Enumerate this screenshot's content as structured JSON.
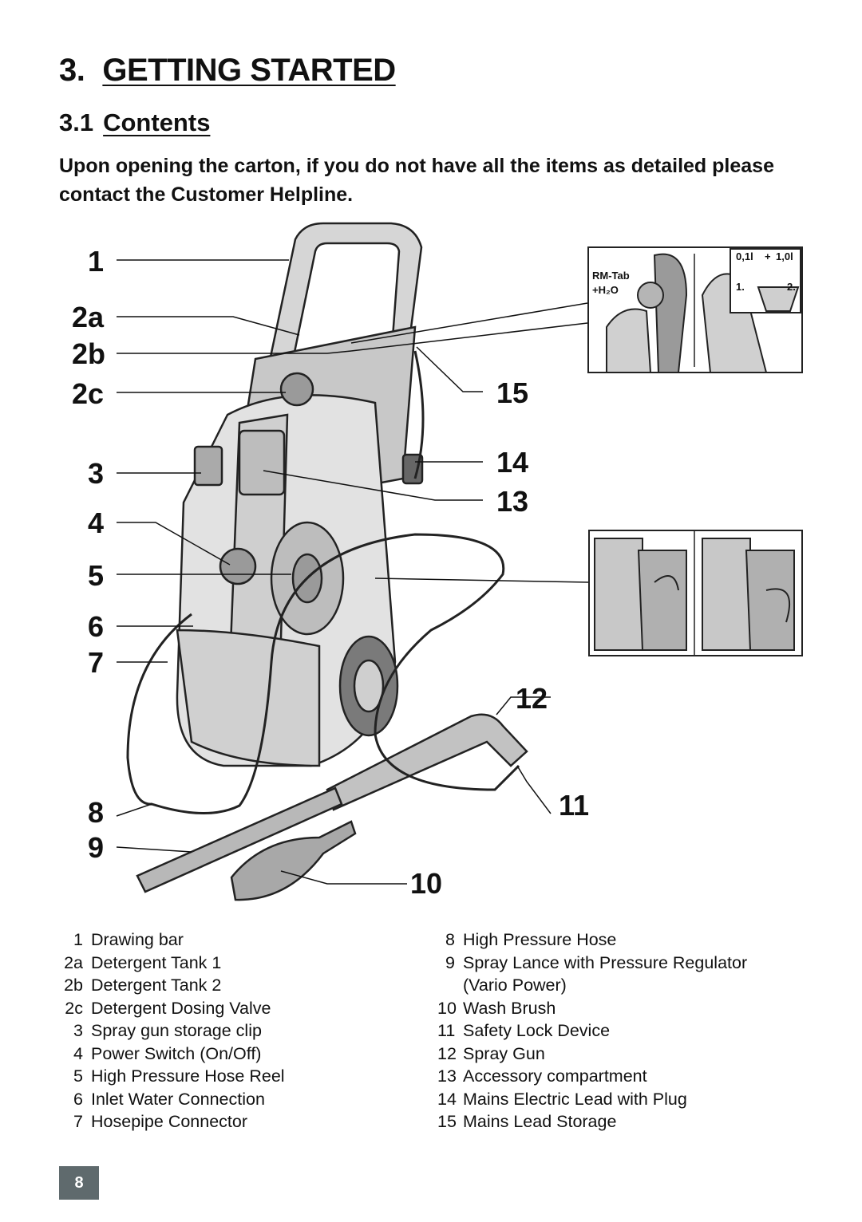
{
  "heading": {
    "number": "3.",
    "title": "GETTING STARTED"
  },
  "subheading": {
    "number": "3.1",
    "title": "Contents"
  },
  "intro": "Upon opening the carton, if you do not have all the items as detailed please contact the Customer Helpline.",
  "callouts": [
    "1",
    "2a",
    "2b",
    "2c",
    "3",
    "4",
    "5",
    "6",
    "7",
    "8",
    "9",
    "10",
    "11",
    "12",
    "13",
    "14",
    "15"
  ],
  "inset_labels": {
    "rm_tab": "RM-Tab",
    "h2o": "+H₂O",
    "dose_small": "0,1l",
    "plus": "+",
    "dose_large": "1,0l",
    "step1": "1.",
    "step2": "2."
  },
  "legend_left": [
    {
      "key": "1",
      "label": "Drawing bar"
    },
    {
      "key": "2a",
      "label": "Detergent Tank 1"
    },
    {
      "key": "2b",
      "label": "Detergent Tank 2"
    },
    {
      "key": "2c",
      "label": "Detergent Dosing Valve"
    },
    {
      "key": "3",
      "label": "Spray gun storage clip"
    },
    {
      "key": "4",
      "label": "Power Switch (On/Off)"
    },
    {
      "key": "5",
      "label": "High Pressure Hose Reel"
    },
    {
      "key": "6",
      "label": "Inlet Water Connection"
    },
    {
      "key": "7",
      "label": "Hosepipe Connector"
    }
  ],
  "legend_right": [
    {
      "key": "8",
      "label": "High Pressure Hose"
    },
    {
      "key": "9",
      "label": "Spray Lance with Pressure Regulator",
      "cont": "(Vario Power)"
    },
    {
      "key": "10",
      "label": "Wash Brush"
    },
    {
      "key": "11",
      "label": "Safety Lock Device"
    },
    {
      "key": "12",
      "label": "Spray Gun"
    },
    {
      "key": "13",
      "label": "Accessory compartment"
    },
    {
      "key": "14",
      "label": "Mains Electric Lead with Plug"
    },
    {
      "key": "15",
      "label": "Mains Lead Storage"
    }
  ],
  "page_number": "8",
  "colors": {
    "text": "#111111",
    "page_box": "#5f6a6d",
    "illustration_fill": "#d6d6d6",
    "illustration_line": "#222222"
  }
}
